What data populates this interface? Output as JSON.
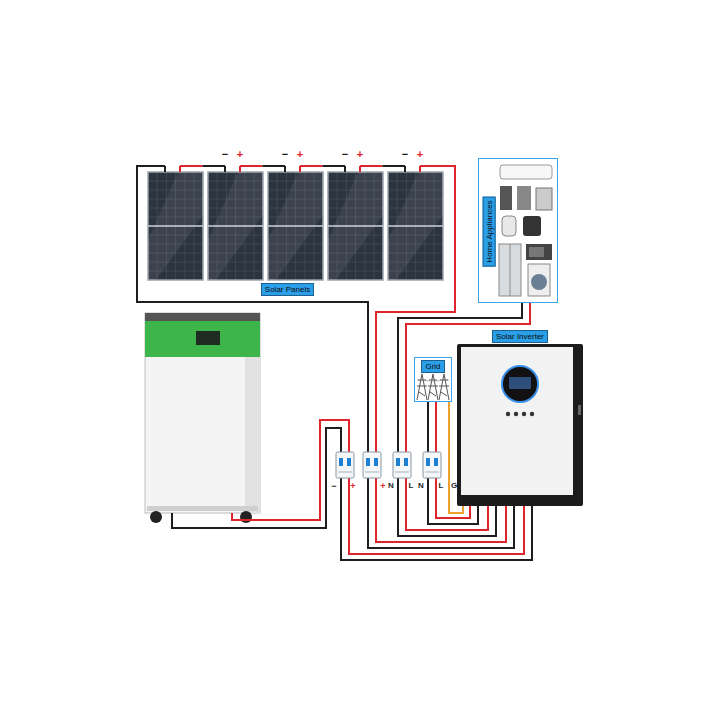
{
  "diagram": {
    "nodes": [
      {
        "text": [
          "Solar Panels"
        ]
      },
      {
        "text": [
          "Home Appliances"
        ]
      },
      {
        "text": [
          "Solar Inverter"
        ]
      },
      {
        "text": [
          "Grid"
        ]
      }
    ],
    "edges": [
      {
        "from": 0,
        "to": 2,
        "arrow": "none"
      },
      {
        "from": 3,
        "to": 2,
        "arrow": "none"
      },
      {
        "from": 2,
        "to": 1,
        "arrow": "none"
      }
    ],
    "labels": [
      "−",
      "+",
      "−",
      "+",
      "−",
      "+",
      "−",
      "+",
      "−",
      "+",
      "+",
      "N",
      "L",
      "N",
      "L",
      "G"
    ]
  }
}
